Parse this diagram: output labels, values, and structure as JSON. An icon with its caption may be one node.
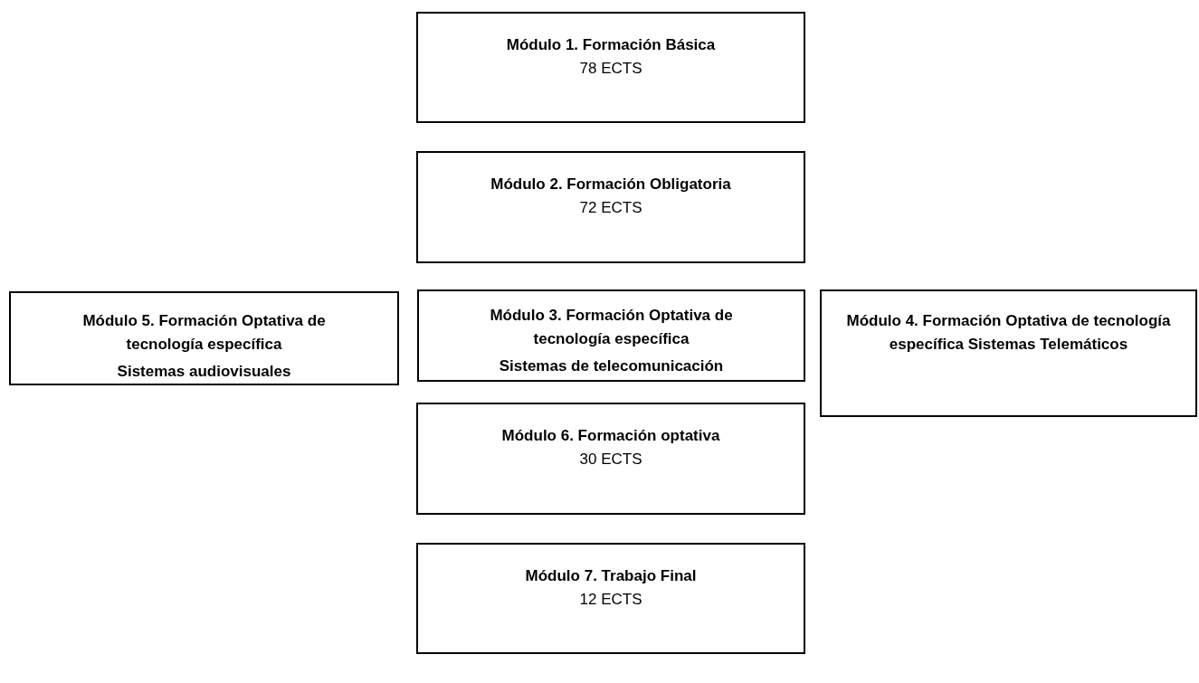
{
  "diagram": {
    "nodes": [
      {
        "text": [
          "Módulo 1. Formación Básica",
          "78 ECTS"
        ]
      },
      {
        "text": [
          "Módulo 2. Formación Obligatoria",
          "72 ECTS"
        ]
      },
      {
        "text": [
          "Módulo 5. Formación Optativa de tecnología específica",
          "Sistemas audiovisuales"
        ]
      },
      {
        "text": [
          "Módulo 3. Formación Optativa de tecnología específica",
          "Sistemas de telecomunicación"
        ]
      },
      {
        "text": [
          "Módulo 4. Formación Optativa de tecnología específica Sistemas Telemáticos"
        ]
      },
      {
        "text": [
          "Módulo 6. Formación optativa",
          "30 ECTS"
        ]
      },
      {
        "text": [
          "Módulo 7. Trabajo Final",
          "12 ECTS"
        ]
      }
    ]
  }
}
